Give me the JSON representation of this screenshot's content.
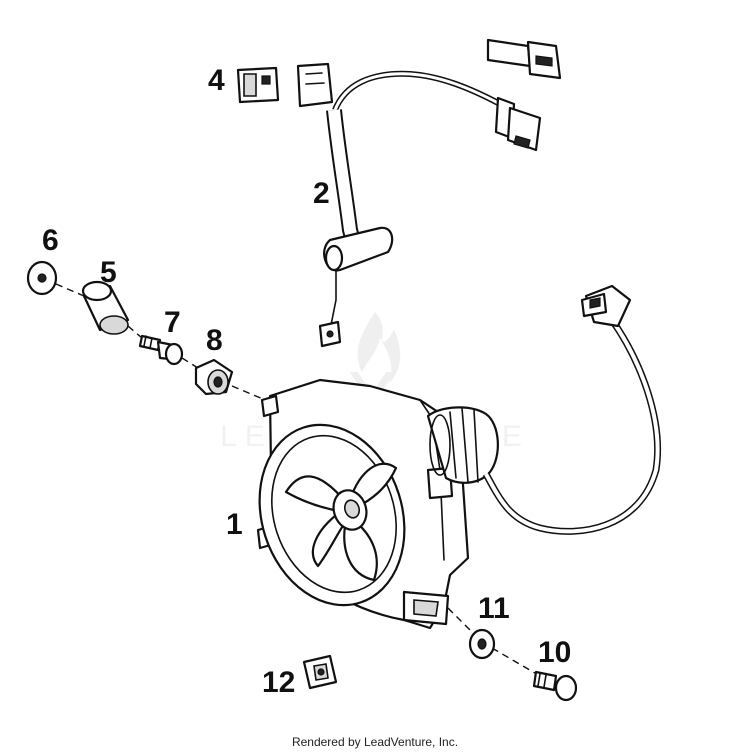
{
  "diagram": {
    "parts": [
      {
        "ref": "1"
      },
      {
        "ref": "2"
      },
      {
        "ref": "4"
      },
      {
        "ref": "5"
      },
      {
        "ref": "6"
      },
      {
        "ref": "7"
      },
      {
        "ref": "8"
      },
      {
        "ref": "10"
      },
      {
        "ref": "11"
      },
      {
        "ref": "12"
      }
    ],
    "watermark": "LEADVENTURE",
    "footer": "Rendered by LeadVenture, Inc."
  }
}
